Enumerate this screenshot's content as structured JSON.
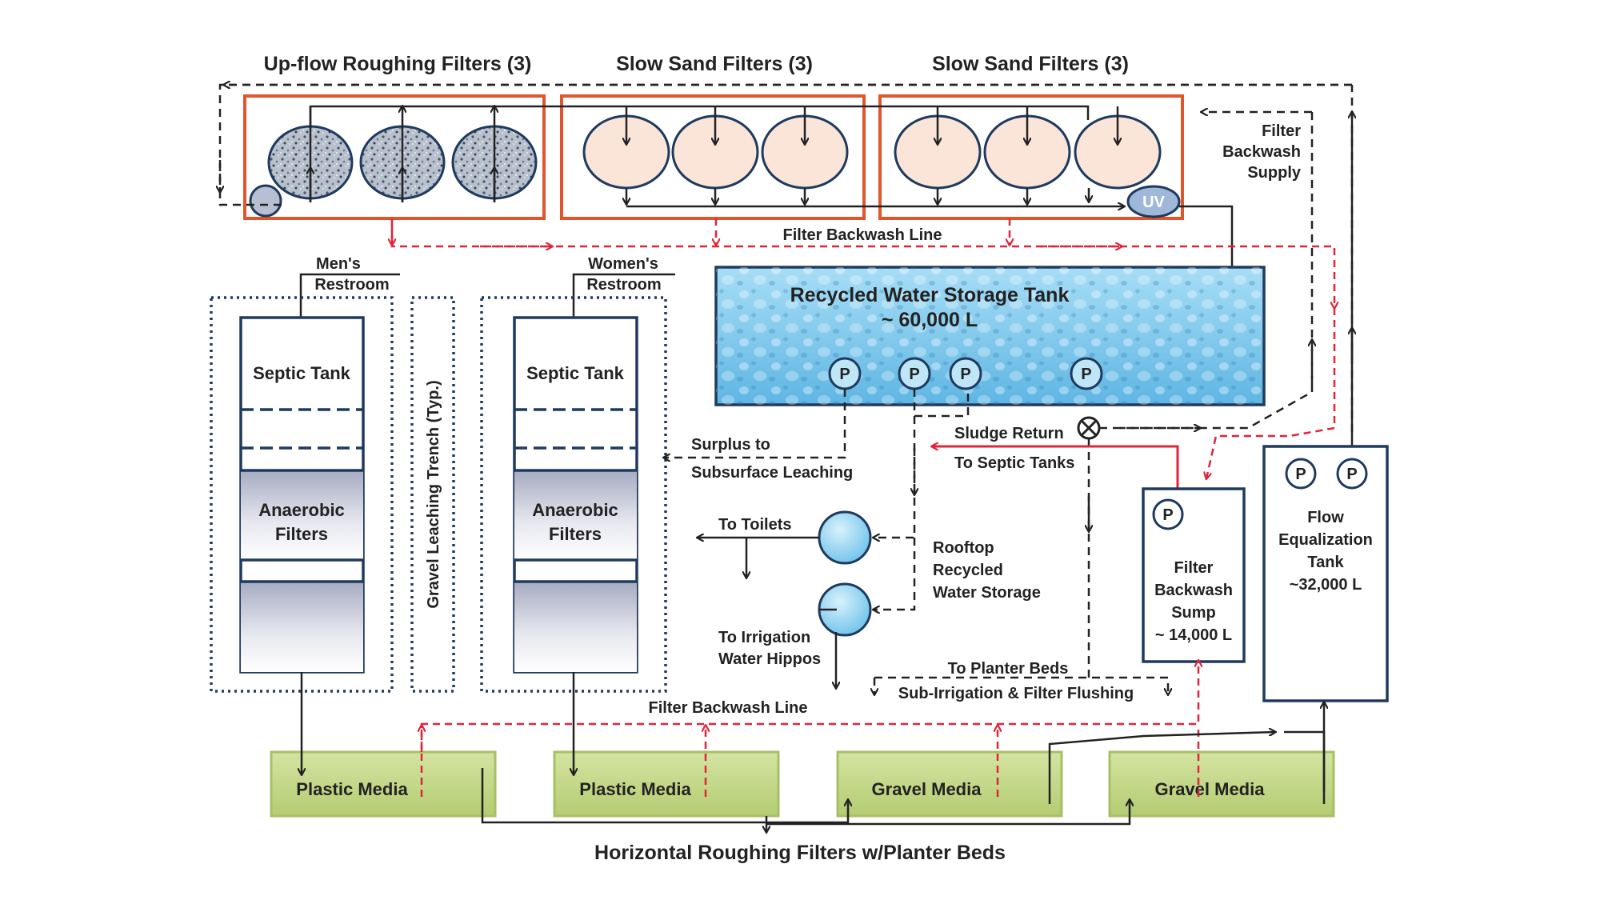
{
  "diagram": {
    "sections": {
      "upflow_roughing": "Up-flow Roughing Filters (3)",
      "slow_sand_1": "Slow Sand Filters (3)",
      "slow_sand_2": "Slow Sand Filters (3)"
    },
    "uv_label": "UV",
    "filter_backwash_supply": [
      "Filter",
      "Backwash",
      "Supply"
    ],
    "filter_backwash_line_top": "Filter Backwash Line",
    "filter_backwash_line_bottom": "Filter Backwash Line",
    "restrooms": {
      "mens": [
        "Men's",
        "Restroom"
      ],
      "womens": [
        "Women's",
        "Restroom"
      ]
    },
    "septic_tank": "Septic Tank",
    "anaerobic_filters": [
      "Anaerobic",
      "Filters"
    ],
    "gravel_trench": "Gravel Leaching Trench (Typ.)",
    "storage_tank": {
      "title": "Recycled Water Storage Tank",
      "capacity": "~ 60,000 L"
    },
    "pump_label": "P",
    "sludge_return": "Sludge Return",
    "to_septic_tanks": "To Septic Tanks",
    "surplus": [
      "Surplus to",
      "Subsurface Leaching"
    ],
    "to_toilets": "To Toilets",
    "to_irrigation": [
      "To Irrigation",
      "Water Hippos"
    ],
    "rooftop": [
      "Rooftop",
      "Recycled",
      "Water Storage"
    ],
    "sump": [
      "Filter",
      "Backwash",
      "Sump",
      "~ 14,000 L"
    ],
    "flow_eq": [
      "Flow",
      "Equalization",
      "Tank",
      "~32,000 L"
    ],
    "to_planter_beds": "To Planter Beds",
    "sub_irrigation": "Sub-Irrigation & Filter Flushing",
    "media": [
      "Plastic Media",
      "Plastic Media",
      "Gravel Media",
      "Gravel Media"
    ],
    "bottom_caption": "Horizontal Roughing Filters w/Planter Beds",
    "colors": {
      "filter_frame": "#e0562b",
      "navy": "#1f3a5f",
      "backwash_red": "#e0243a",
      "media_green": "#c6d98c",
      "water_blue": "#8fd0f0"
    }
  }
}
